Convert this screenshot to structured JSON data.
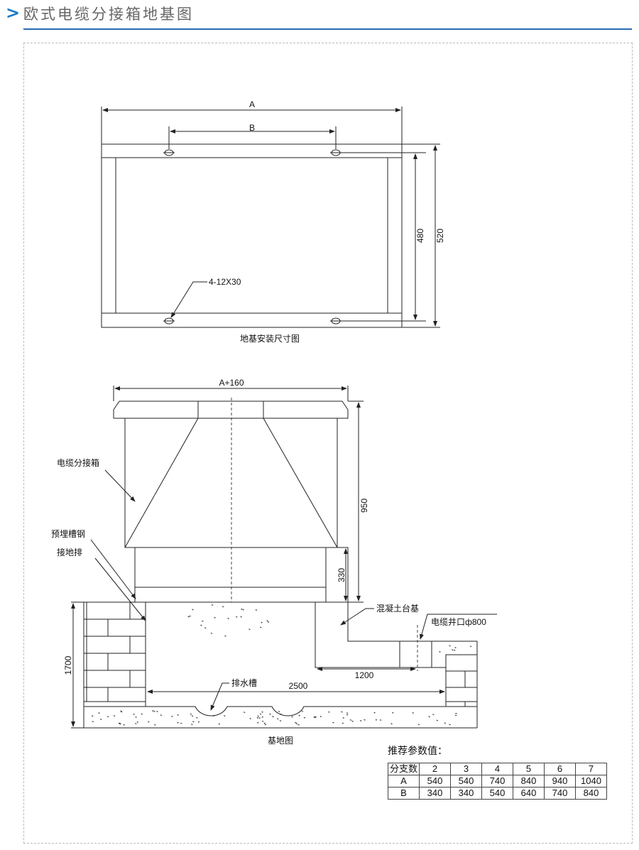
{
  "header": {
    "arrow": ">",
    "title": "欧式电缆分接箱地基图",
    "accent_color": "#1a7bc9"
  },
  "plan_view": {
    "dim_a": "A",
    "dim_b": "B",
    "dim_480": "480",
    "dim_520": "520",
    "hole_callout": "4-12X30",
    "caption": "地基安装尺寸图"
  },
  "section_view": {
    "dim_a160": "A+160",
    "dim_950": "950",
    "dim_330": "330",
    "label_box": "电缆分接箱",
    "label_channel": "预埋槽钢",
    "label_ground": "接地排",
    "label_concrete": "混凝土台基",
    "label_well": "电缆井口ф800",
    "label_drain": "排水槽",
    "dim_1700": "1700",
    "dim_1200": "1200",
    "dim_2500": "2500",
    "caption": "基地图"
  },
  "params": {
    "title": "推荐参数值：",
    "header": [
      "分支数",
      "2",
      "3",
      "4",
      "5",
      "6",
      "7"
    ],
    "rows": [
      [
        "A",
        "540",
        "540",
        "740",
        "840",
        "940",
        "1040"
      ],
      [
        "B",
        "340",
        "340",
        "540",
        "640",
        "740",
        "840"
      ]
    ]
  }
}
